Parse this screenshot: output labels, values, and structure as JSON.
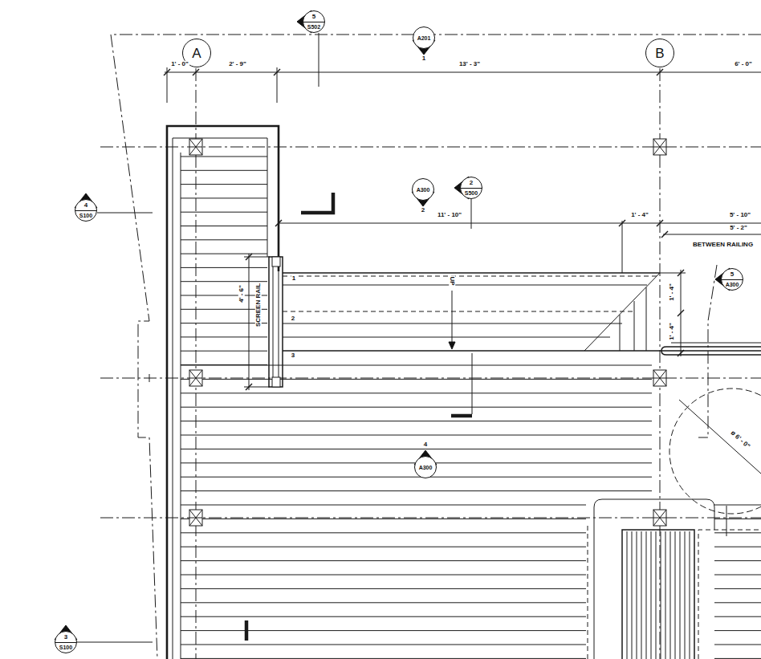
{
  "diagram": {
    "nodes": [
      {
        "text": [
          "A"
        ]
      },
      {
        "text": [
          "B"
        ]
      },
      {
        "text": [
          "5",
          "S502"
        ]
      },
      {
        "text": [
          "A201",
          "1"
        ]
      },
      {
        "text": [
          "A300",
          "2"
        ]
      },
      {
        "text": [
          "2",
          "S500"
        ]
      },
      {
        "text": [
          "4",
          "S100"
        ]
      },
      {
        "text": [
          "5",
          "A300"
        ]
      },
      {
        "text": [
          "4",
          "A300"
        ]
      },
      {
        "text": [
          "3",
          "S100"
        ]
      }
    ],
    "labels": [
      "1' - 0\"",
      "2' - 9\"",
      "13' - 3\"",
      "6' - 0\"",
      "11' - 10\"",
      "1' - 4\"",
      "5' - 10\"",
      "5' - 2\"",
      "BETWEEN RAILING",
      "4' - 6\"",
      "SCREEN RAIL",
      "UP",
      "1",
      "2",
      "3",
      "1' - 4\"",
      "1' - 4\"",
      "ø 6' - 0\""
    ]
  }
}
